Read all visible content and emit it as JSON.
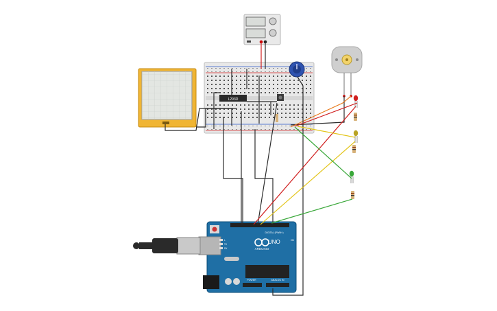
{
  "breadboard": {
    "chip_label": "L293D"
  },
  "arduino": {
    "brand": "ARDUINO",
    "model": "UNO",
    "digital_header": "DIGITAL (PWM~)",
    "power_header": "POWER",
    "analog_header": "ANALOG IN",
    "led_l": "L",
    "led_tx": "TX",
    "led_rx": "RX",
    "led_on": "ON"
  },
  "components": [
    "power-supply",
    "oscilloscope",
    "breadboard",
    "potentiometer",
    "dc-motor",
    "pushbutton",
    "red-led",
    "yellow-led",
    "green-led",
    "resistors",
    "arduino-uno",
    "usb-cable"
  ],
  "wire_colors": {
    "black": "#2b2b2b",
    "red": "#d01f1f",
    "yellow": "#e3c51a",
    "green": "#3aa83a",
    "orange": "#e87a1d"
  }
}
